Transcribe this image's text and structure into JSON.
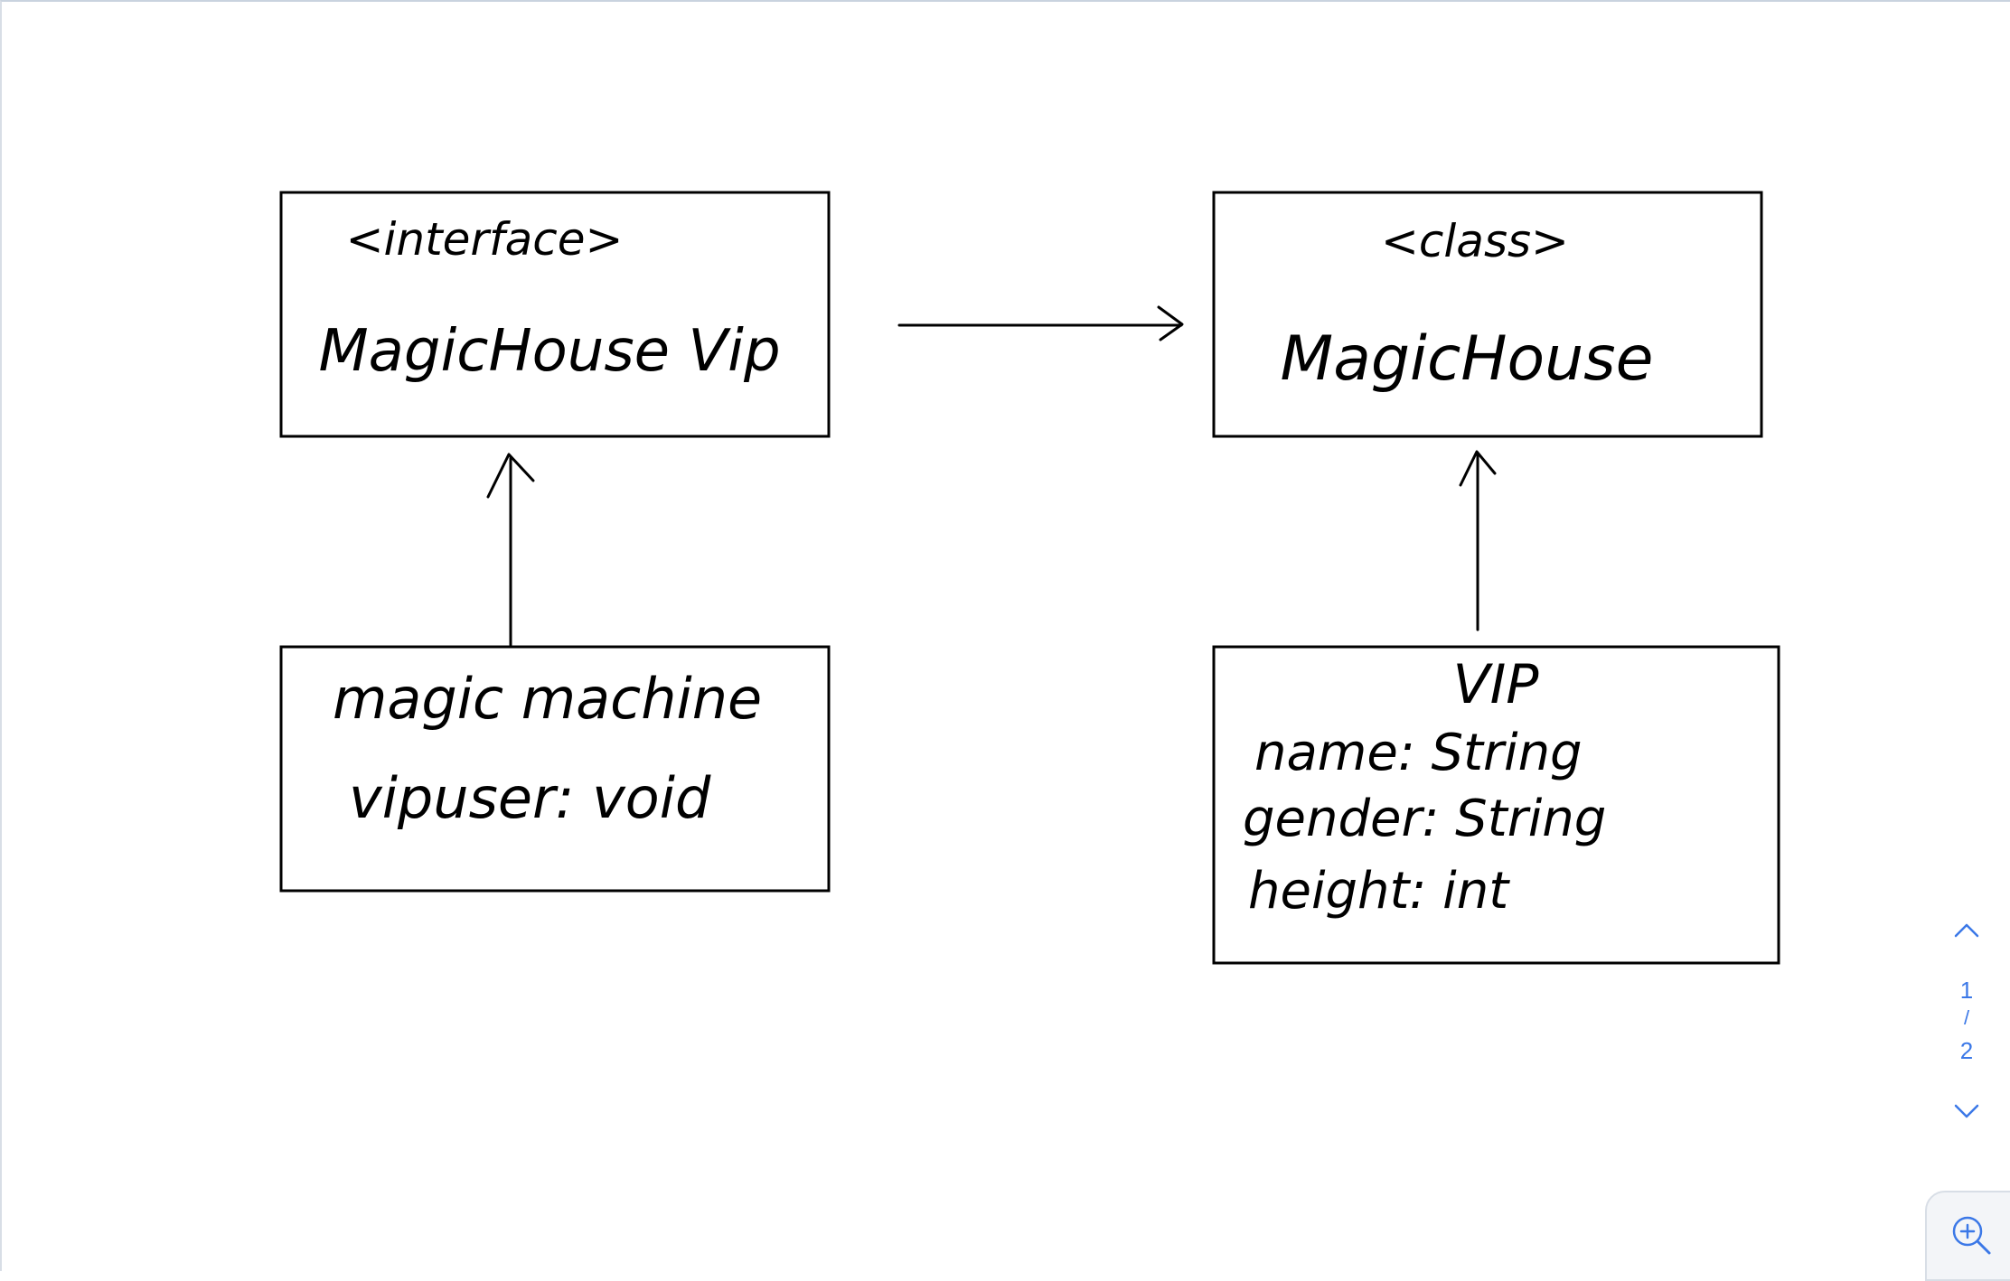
{
  "diagram": {
    "nodes": {
      "magic_house_vip": {
        "stereotype": "<interface>",
        "name": "MagicHouse Vip"
      },
      "magic_house": {
        "stereotype": "<class>",
        "name": "MagicHouse"
      },
      "magic_machine": {
        "name": "magic machine",
        "attributes": [
          "vipuser: void"
        ]
      },
      "vip": {
        "name": "VIP",
        "attributes": [
          "name: String",
          "gender: String",
          "height: int"
        ]
      }
    },
    "edges": [
      {
        "from": "magic_house_vip",
        "to": "magic_house",
        "style": "open-arrow"
      },
      {
        "from": "magic_machine",
        "to": "magic_house_vip",
        "style": "open-arrow"
      },
      {
        "from": "vip",
        "to": "magic_house",
        "style": "open-arrow"
      }
    ]
  },
  "pager": {
    "current": "1",
    "separator": "/",
    "total": "2",
    "up_icon": "chevron-up-icon",
    "down_icon": "chevron-down-icon"
  },
  "zoom": {
    "icon": "zoom-in-icon"
  },
  "colors": {
    "accent": "#3b78e7",
    "ink": "#000000"
  }
}
